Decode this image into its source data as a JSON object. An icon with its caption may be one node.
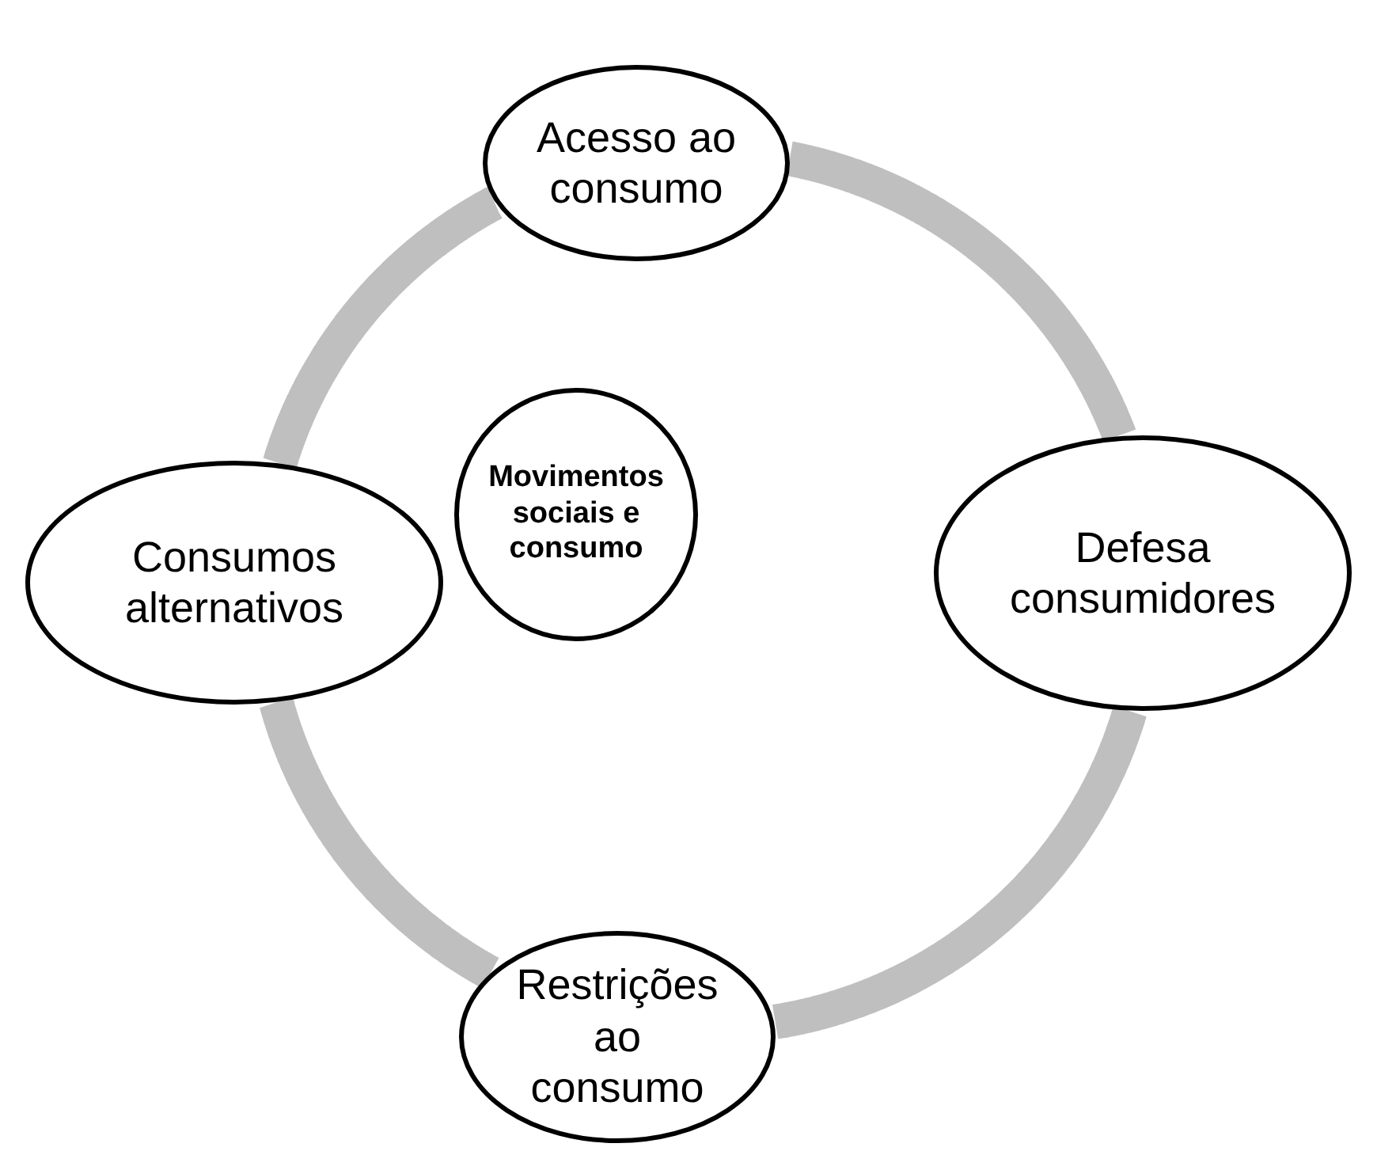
{
  "diagram": {
    "nodes": [
      {
        "text": [
          "Acesso ao consumo"
        ]
      },
      {
        "text": [
          "Consumos alternativos"
        ]
      },
      {
        "text": [
          "Movimentos sociais e consumo"
        ]
      },
      {
        "text": [
          "Defesa consumidores"
        ]
      },
      {
        "text": [
          "Restrições ao consumo"
        ]
      }
    ],
    "edges": [
      {
        "from": 0,
        "to": 3,
        "arrow": "none"
      },
      {
        "from": 3,
        "to": 4,
        "arrow": "none"
      },
      {
        "from": 4,
        "to": 1,
        "arrow": "none"
      },
      {
        "from": 1,
        "to": 0,
        "arrow": "none"
      }
    ]
  }
}
